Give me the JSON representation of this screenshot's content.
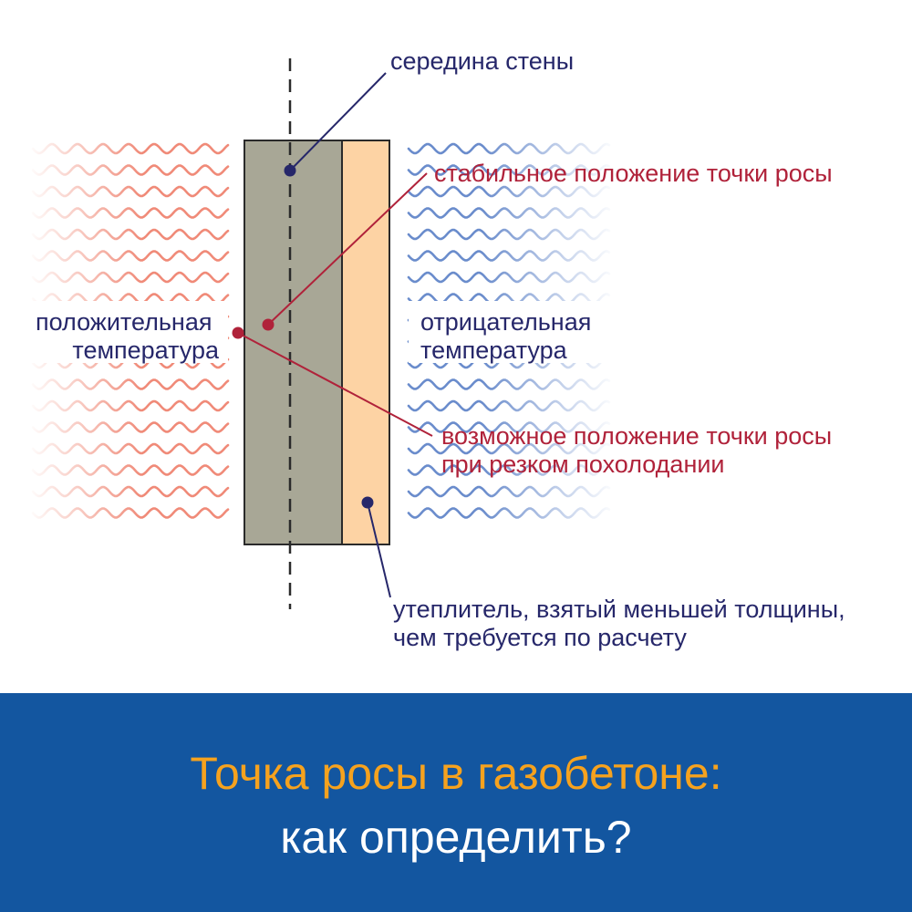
{
  "colors": {
    "warm_wave": "#f08a78",
    "cold_wave": "#6a8ccc",
    "wall": "#a8a796",
    "insulation": "#fdd3a4",
    "outline": "#2a2a2a",
    "navy": "#26276a",
    "red": "#b0223a",
    "banner_bg": "#1356a0",
    "title": "#f6a21e",
    "subtitle": "#ffffff"
  },
  "labels": {
    "wall_middle": "середина стены",
    "stable_dew_point": "стабильное положение точки росы",
    "positive_temp": [
      "положительная",
      "температура"
    ],
    "negative_temp": [
      "отрицательная",
      "температура"
    ],
    "possible_dew_point": [
      "возможное положение точки росы",
      "при резком похолодании"
    ],
    "insulation_note": [
      "утеплитель, взятый меньшей толщины,",
      "чем требуется по расчету"
    ]
  },
  "banner": {
    "title": "Точка росы в газобетоне:",
    "subtitle": "как определить?"
  }
}
